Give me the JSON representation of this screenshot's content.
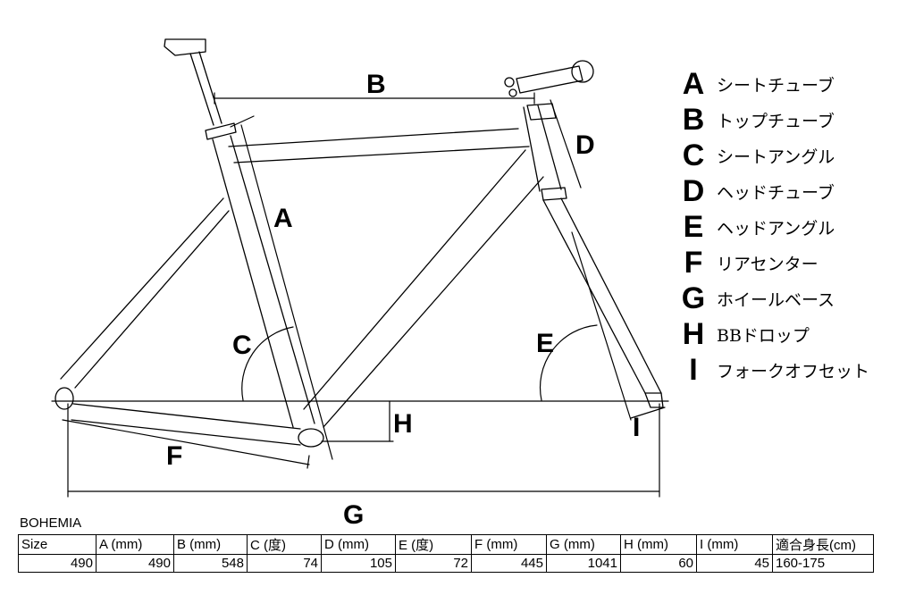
{
  "diagram": {
    "dimension_letters": [
      "A",
      "B",
      "C",
      "D",
      "E",
      "F",
      "G",
      "H",
      "I"
    ]
  },
  "legend": [
    {
      "letter": "A",
      "label": "シートチューブ"
    },
    {
      "letter": "B",
      "label": "トップチューブ"
    },
    {
      "letter": "C",
      "label": "シートアングル"
    },
    {
      "letter": "D",
      "label": "ヘッドチューブ"
    },
    {
      "letter": "E",
      "label": "ヘッドアングル"
    },
    {
      "letter": "F",
      "label": "リアセンター"
    },
    {
      "letter": "G",
      "label": "ホイールベース"
    },
    {
      "letter": "H",
      "label": "BBドロップ"
    },
    {
      "letter": "I",
      "label": "フォークオフセット"
    }
  ],
  "model_name": "BOHEMIA",
  "spec_table": {
    "headers": [
      "Size",
      "A (mm)",
      "B (mm)",
      "C (度)",
      "D (mm)",
      "E (度)",
      "F (mm)",
      "G (mm)",
      "H (mm)",
      "I (mm)",
      "適合身長(cm)"
    ],
    "values": [
      "490",
      "490",
      "548",
      "74",
      "105",
      "72",
      "445",
      "1041",
      "60",
      "45",
      "160-175"
    ]
  }
}
